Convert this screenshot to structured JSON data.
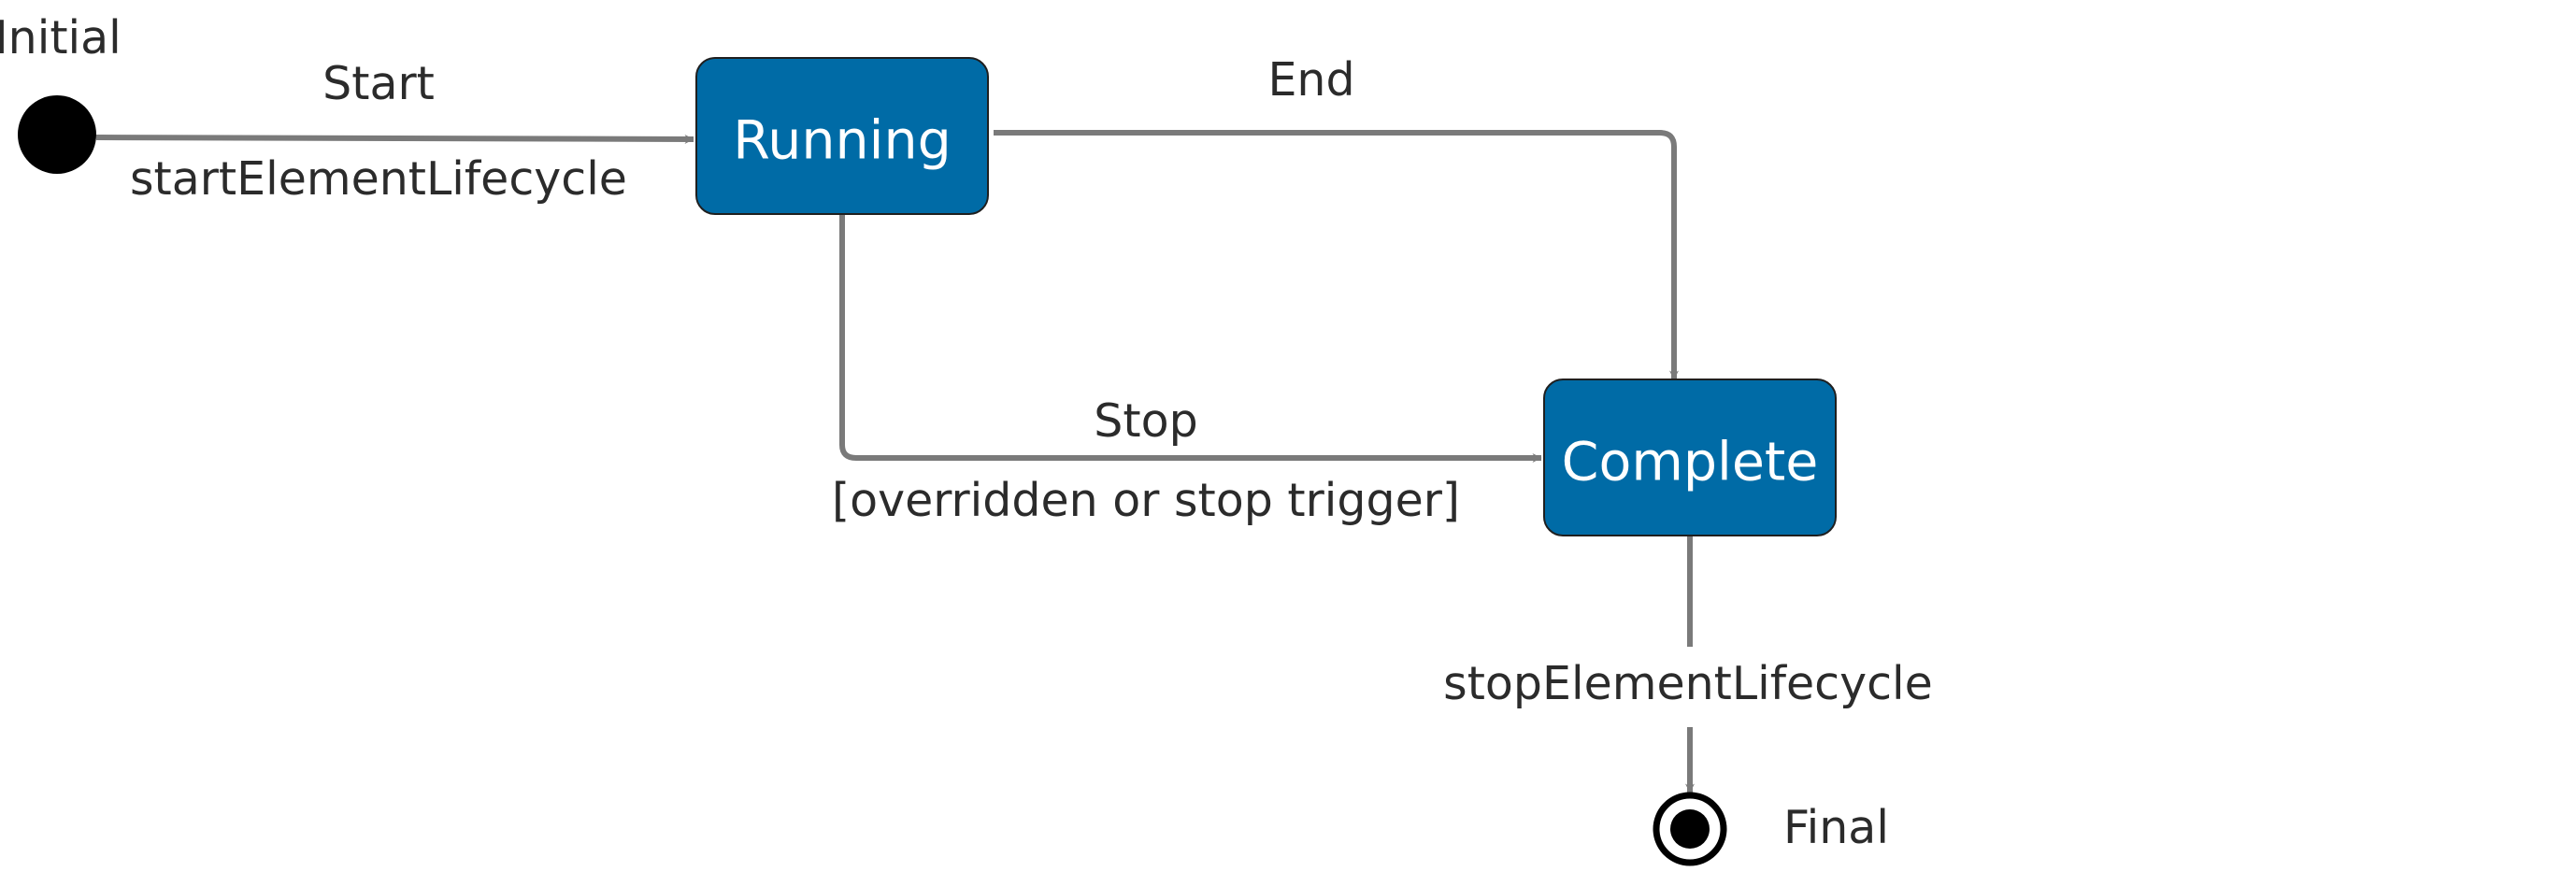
{
  "colors": {
    "state_fill": "#006BA6",
    "state_stroke": "#1F1F1F",
    "state_text": "#FFFFFF",
    "edge": "#7A7A7A",
    "label_text": "#2B2B2B",
    "pseudo_state": "#000000"
  },
  "initial": {
    "label": "Initial"
  },
  "final": {
    "label": "Final"
  },
  "states": {
    "running": "Running",
    "complete": "Complete"
  },
  "transitions": {
    "start": {
      "event": "Start",
      "action": "startElementLifecycle"
    },
    "end": {
      "event": "End"
    },
    "stop": {
      "event": "Stop",
      "guard": "[overridden or stop trigger]"
    },
    "finish": {
      "action": "stopElementLifecycle"
    }
  }
}
